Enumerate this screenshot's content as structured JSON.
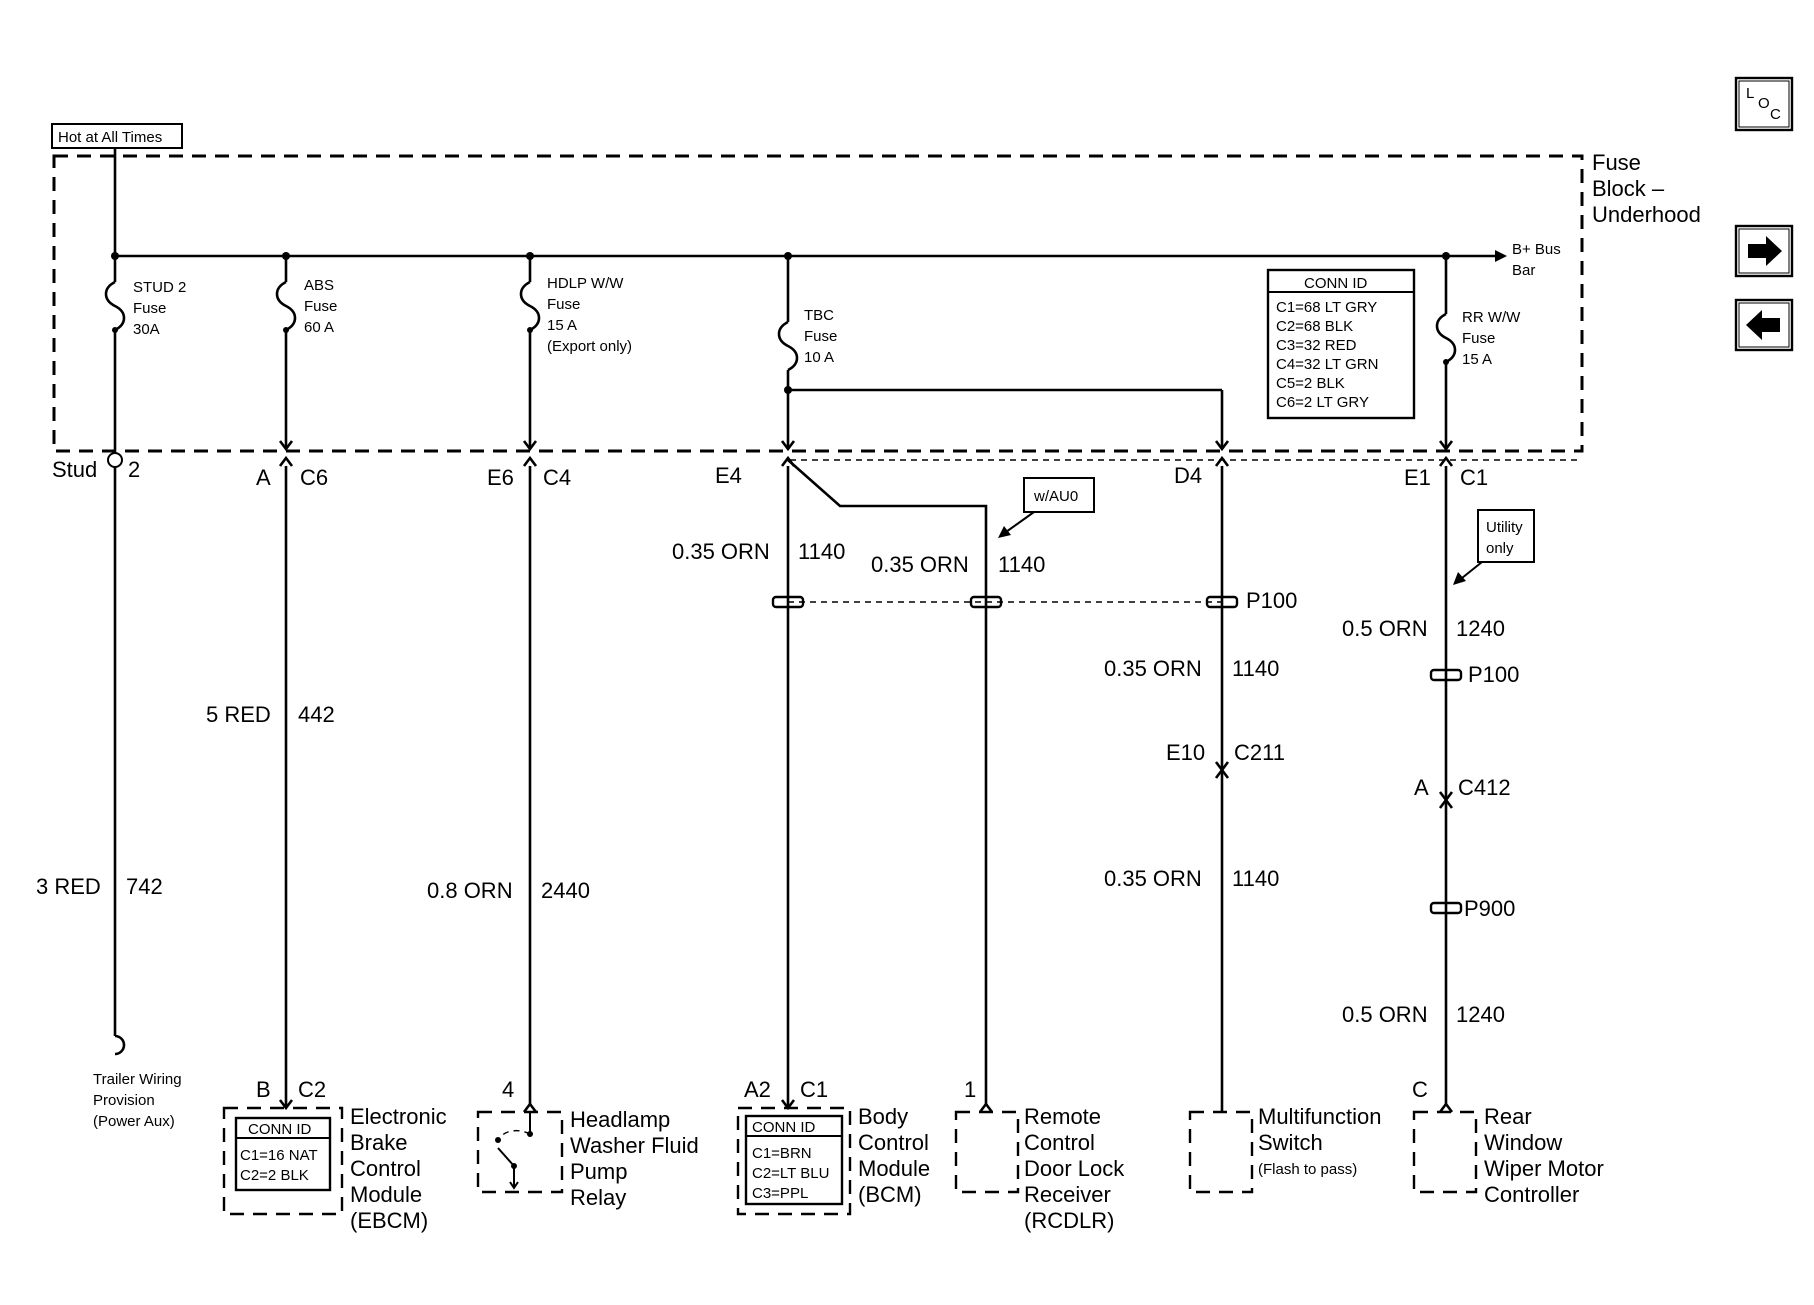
{
  "header": {
    "hot_at_all_times": "Hot at All Times"
  },
  "fuse_block": {
    "title": [
      "Fuse",
      "Block –",
      "Underhood"
    ],
    "bus_bar": [
      "B+ Bus",
      "Bar"
    ]
  },
  "fuses": [
    {
      "lines": [
        "STUD 2",
        "Fuse",
        "30A"
      ]
    },
    {
      "lines": [
        "ABS",
        "Fuse",
        "60 A"
      ]
    },
    {
      "lines": [
        "HDLP W/W",
        "Fuse",
        "15 A",
        "(Export only)"
      ]
    },
    {
      "lines": [
        "TBC",
        "Fuse",
        "10 A"
      ]
    },
    {
      "lines": [
        "RR W/W",
        "Fuse",
        "15 A"
      ]
    }
  ],
  "fuse_conn_id": {
    "title": "CONN ID",
    "rows": [
      "C1=68 LT GRY",
      "C2=68 BLK",
      "C3=32 RED",
      "C4=32 LT GRN",
      "C5=2 BLK",
      "C6=2 LT GRY"
    ]
  },
  "terminals": {
    "stud": "Stud",
    "stud_num": "2",
    "abs_pin": "A",
    "abs_conn": "C6",
    "hdlp_pin": "E6",
    "hdlp_conn": "C4",
    "tbc_pin": "E4",
    "mfs_pin": "D4",
    "rr_pin": "E1",
    "rr_conn": "C1",
    "c211_pin": "E10",
    "c211_conn": "C211",
    "c412_pin": "A",
    "c412_conn": "C412",
    "ebcm_pin": "B",
    "ebcm_conn": "C2",
    "relay_pin": "4",
    "bcm_pin": "A2",
    "bcm_conn": "C1",
    "rcdlr_pin": "1",
    "rwwm_pin": "C"
  },
  "wires": [
    {
      "gauge": "3 RED",
      "circuit": "742"
    },
    {
      "gauge": "5 RED",
      "circuit": "442"
    },
    {
      "gauge": "0.8 ORN",
      "circuit": "2440"
    },
    {
      "gauge": "0.35 ORN",
      "circuit": "1140"
    },
    {
      "gauge": "0.35 ORN",
      "circuit": "1140"
    },
    {
      "gauge": "0.35 ORN",
      "circuit": "1140"
    },
    {
      "gauge": "0.35 ORN",
      "circuit": "1140"
    },
    {
      "gauge": "0.5 ORN",
      "circuit": "1240"
    },
    {
      "gauge": "0.5 ORN",
      "circuit": "1240"
    }
  ],
  "splices": {
    "p100_a": "P100",
    "p100_b": "P100",
    "p900": "P900"
  },
  "notes": {
    "w_au0": "w/AU0",
    "utility": [
      "Utility",
      "only"
    ]
  },
  "components": {
    "trailer": [
      "Trailer Wiring",
      "Provision",
      "(Power Aux)"
    ],
    "ebcm": [
      "Electronic",
      "Brake",
      "Control",
      "Module",
      "(EBCM)"
    ],
    "ebcm_conn": {
      "title": "CONN ID",
      "rows": [
        "C1=16 NAT",
        "C2=2 BLK"
      ]
    },
    "relay": [
      "Headlamp",
      "Washer Fluid",
      "Pump",
      "Relay"
    ],
    "bcm": [
      "Body",
      "Control",
      "Module",
      "(BCM)"
    ],
    "bcm_conn": {
      "title": "CONN ID",
      "rows": [
        "C1=BRN",
        "C2=LT BLU",
        "C3=PPL"
      ]
    },
    "rcdlr": [
      "Remote",
      "Control",
      "Door Lock",
      "Receiver",
      "(RCDLR)"
    ],
    "mfs": [
      "Multifunction",
      "Switch"
    ],
    "mfs_note": "(Flash to pass)",
    "rwwm": [
      "Rear",
      "Window",
      "Wiper Motor",
      "Controller"
    ]
  },
  "nav": {
    "loc": {
      "l": "L",
      "o": "O",
      "c": "C"
    }
  }
}
